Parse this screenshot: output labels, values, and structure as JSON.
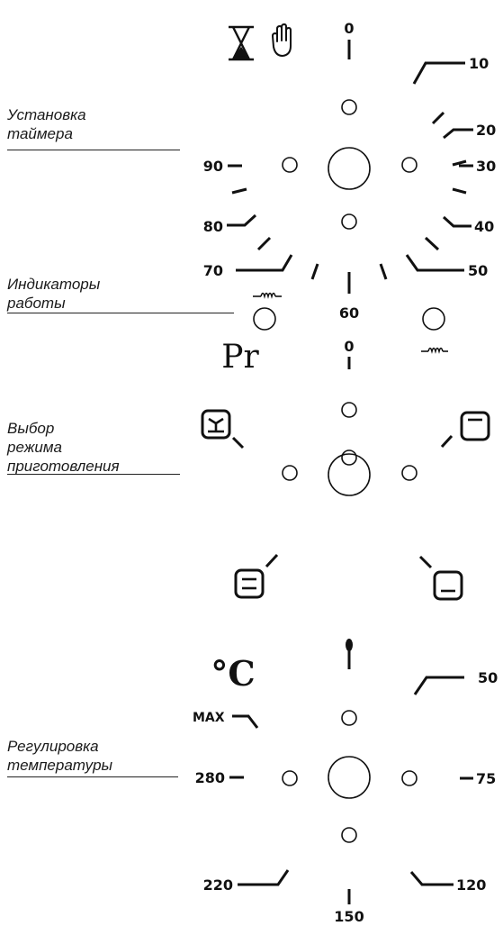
{
  "labels": {
    "timer": [
      "Установка",
      "таймера"
    ],
    "indicators": [
      "Индикаторы",
      "работы"
    ],
    "mode": [
      "Выбор",
      "режима",
      "приготовления"
    ],
    "temperature": [
      "Регулировка",
      "температуры"
    ]
  },
  "timer_dial": {
    "marks": [
      "0",
      "10",
      "20",
      "30",
      "40",
      "50",
      "60",
      "70",
      "80",
      "90"
    ]
  },
  "program_dial": {
    "symbol": "Pr",
    "zero": "0"
  },
  "temperature_dial": {
    "unit": "°C",
    "max": "MAX",
    "marks": [
      "50",
      "75",
      "120",
      "150",
      "220",
      "280"
    ]
  },
  "icons": [
    "hourglass-icon",
    "hand-icon",
    "heating-element-icon",
    "fan-oven-icon",
    "top-heat-icon",
    "top-bottom-heat-icon",
    "bottom-heat-icon"
  ]
}
